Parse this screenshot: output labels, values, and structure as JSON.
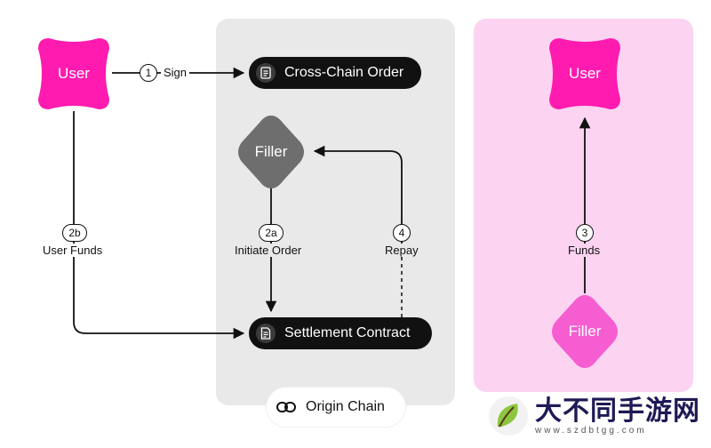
{
  "nodes": {
    "user_origin": "User",
    "user_dest": "User",
    "filler_origin": "Filler",
    "filler_dest": "Filler",
    "cross_chain_order": "Cross-Chain Order",
    "settlement_contract": "Settlement Contract",
    "origin_chain": "Origin Chain"
  },
  "steps": {
    "sign": {
      "num": "1",
      "label": "Sign"
    },
    "user_funds": {
      "num": "2b",
      "label": "User Funds"
    },
    "initiate_order": {
      "num": "2a",
      "label": "Initiate Order"
    },
    "repay": {
      "num": "4",
      "label": "Repay"
    },
    "funds": {
      "num": "3",
      "label": "Funds"
    }
  },
  "watermark": {
    "title": "大不同手游网",
    "url": "www.szdbtgg.com"
  },
  "colors": {
    "user": "#ff1bb0",
    "filler_origin": "#6e6e6e",
    "filler_dest": "#f55dd0",
    "origin_panel": "#e9e9e9",
    "dest_panel": "#fcd3f1",
    "pill": "#111111"
  }
}
